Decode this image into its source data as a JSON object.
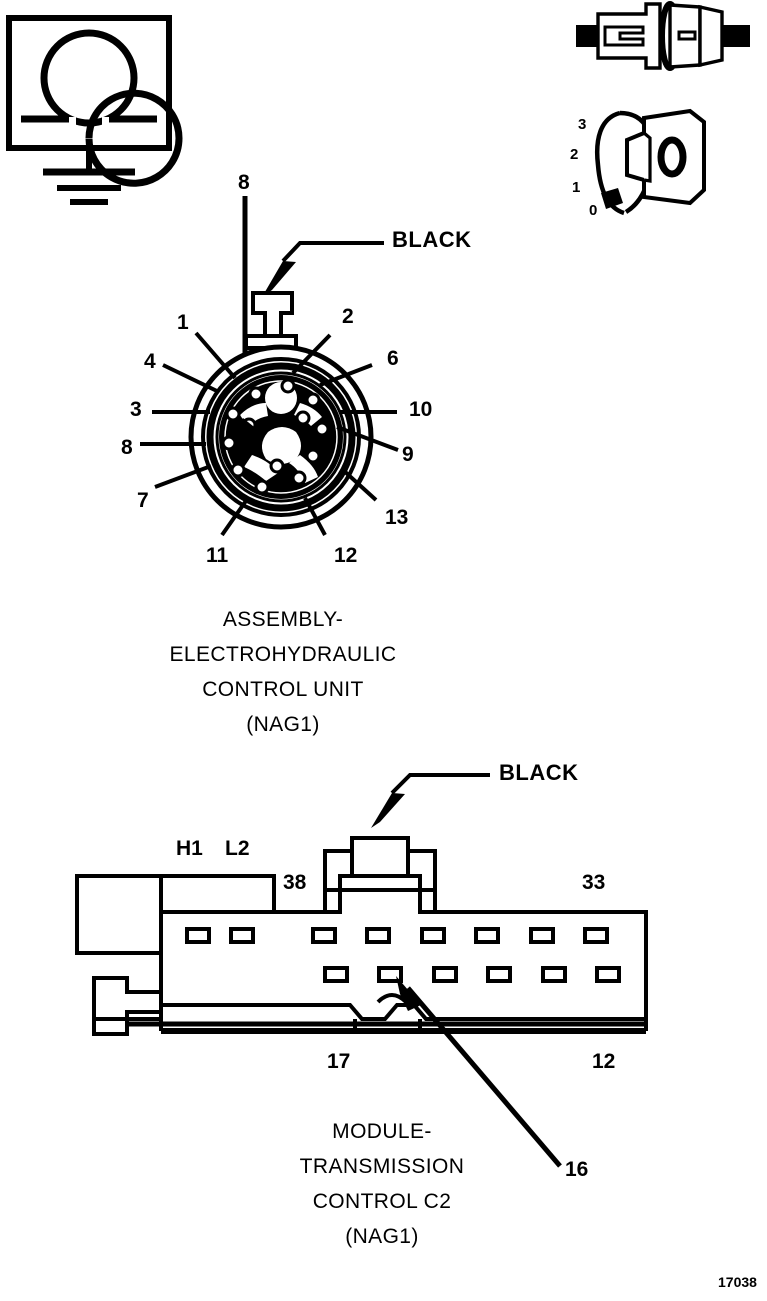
{
  "figure": {
    "id_number": "17038",
    "symbols": {
      "ohmmeter": {
        "name": "ohmmeter-ground-symbol",
        "glyph": "Ω"
      },
      "connector_icon": {
        "name": "connector-plug-icon"
      },
      "ignition_switch": {
        "name": "ignition-switch-positions-icon",
        "positions": [
          "3",
          "2",
          "1",
          "0"
        ],
        "key_glyph": "0"
      }
    }
  },
  "connector_round": {
    "name": "assembly-electrohydraulic-control-unit-connector",
    "top_callout": "8",
    "wire_color_label": "BLACK",
    "pins_left": [
      "1",
      "4",
      "3",
      "8",
      "7"
    ],
    "pins_right": [
      "2",
      "6",
      "10",
      "9",
      "13"
    ],
    "pins_bottom": [
      "11",
      "12"
    ],
    "caption_lines": [
      "ASSEMBLY-",
      "ELECTROHYDRAULIC",
      "CONTROL UNIT",
      "(NAG1)"
    ]
  },
  "connector_rect": {
    "name": "module-transmission-control-c2-connector",
    "wire_color_label": "BLACK",
    "label_h1": "H1",
    "label_l2": "L2",
    "label_38": "38",
    "label_33": "33",
    "label_17": "17",
    "label_12": "12",
    "callout_16": "16",
    "caption_lines": [
      "MODULE-",
      "TRANSMISSION",
      "CONTROL C2",
      "(NAG1)"
    ],
    "pin_rows": {
      "top_left_group": 2,
      "top_right_group": 6,
      "bottom_group": 6
    }
  },
  "colors": {
    "ink": "#000000",
    "paper": "#ffffff"
  }
}
